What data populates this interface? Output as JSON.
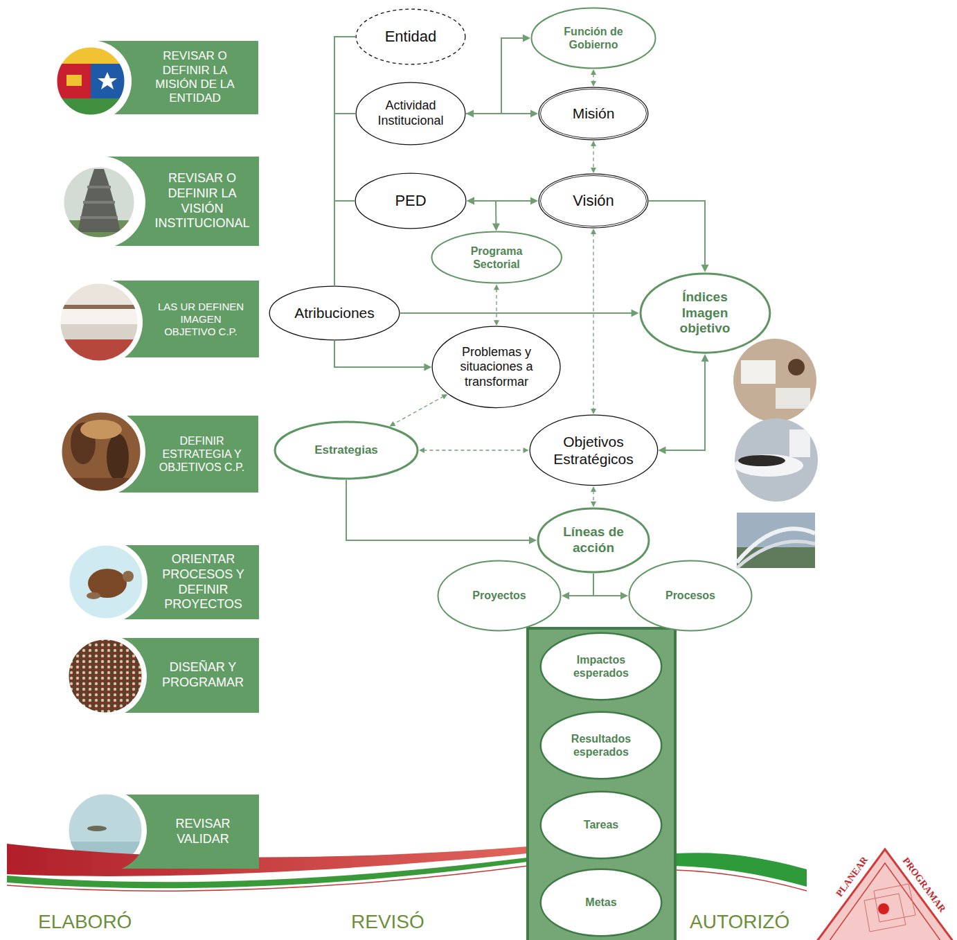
{
  "diagram": {
    "nodes": [
      {
        "text": [
          "REVISAR O DEFINIR LA MISIÓN DE LA ENTIDAD"
        ]
      },
      {
        "text": [
          "Entidad"
        ]
      },
      {
        "text": [
          "Función de Gobierno"
        ]
      },
      {
        "text": [
          "Actividad Institucional"
        ]
      },
      {
        "text": [
          "Misión"
        ]
      },
      {
        "text": [
          "REVISAR O DEFINIR LA VISIÓN INSTITUCIONAL"
        ]
      },
      {
        "text": [
          "PED"
        ]
      },
      {
        "text": [
          "Visión"
        ]
      },
      {
        "text": [
          "Programa Sectorial"
        ]
      },
      {
        "text": [
          "LAS UR DEFINEN IMAGEN OBJETIVO C.P."
        ]
      },
      {
        "text": [
          "Atribuciones"
        ]
      },
      {
        "text": [
          "Índices Imagen objetivo"
        ]
      },
      {
        "text": [
          "Problemas y situaciones a transformar"
        ]
      },
      {
        "text": [
          "DEFINIR ESTRATEGIA Y OBJETIVOS C.P."
        ]
      },
      {
        "text": [
          "Estrategias"
        ]
      },
      {
        "text": [
          "Objetivos Estratégicos"
        ]
      },
      {
        "text": [
          "Líneas de acción"
        ]
      },
      {
        "text": [
          "ORIENTAR PROCESOS Y DEFINIR PROYECTOS"
        ]
      },
      {
        "text": [
          "Proyectos"
        ]
      },
      {
        "text": [
          "Procesos"
        ]
      },
      {
        "text": [
          "DISEÑAR Y PROGRAMAR"
        ]
      },
      {
        "text": [
          "Impactos esperados"
        ]
      },
      {
        "text": [
          "Resultados esperados"
        ]
      },
      {
        "text": [
          "Tareas"
        ]
      },
      {
        "text": [
          "Metas"
        ]
      },
      {
        "text": [
          "REVISAR VALIDAR"
        ]
      }
    ],
    "edges": [
      {
        "from": 10,
        "to": 1,
        "arrow": "none"
      },
      {
        "from": 10,
        "to": 3,
        "arrow": "none"
      },
      {
        "from": 10,
        "to": 6,
        "arrow": "none"
      },
      {
        "from": 10,
        "to": 12,
        "arrow": "to"
      },
      {
        "from": 10,
        "to": 11,
        "arrow": "to"
      },
      {
        "from": 3,
        "to": 2,
        "arrow": "to"
      },
      {
        "from": 3,
        "to": 4,
        "arrow": "both"
      },
      {
        "from": 2,
        "to": 4,
        "arrow": "both"
      },
      {
        "from": 4,
        "to": 7,
        "arrow": "both"
      },
      {
        "from": 6,
        "to": 7,
        "arrow": "both"
      },
      {
        "from": 6,
        "to": 8,
        "arrow": "both"
      },
      {
        "from": 7,
        "to": 11,
        "arrow": "to"
      },
      {
        "from": 8,
        "to": 12,
        "arrow": "both"
      },
      {
        "from": 7,
        "to": 15,
        "arrow": "both"
      },
      {
        "from": 12,
        "to": 14,
        "arrow": "both"
      },
      {
        "from": 14,
        "to": 15,
        "arrow": "both"
      },
      {
        "from": 11,
        "to": 15,
        "arrow": "both"
      },
      {
        "from": 15,
        "to": 16,
        "arrow": "both"
      },
      {
        "from": 14,
        "to": 16,
        "arrow": "to"
      },
      {
        "from": 16,
        "to": 18,
        "arrow": "to"
      },
      {
        "from": 16,
        "to": 19,
        "arrow": "to"
      }
    ],
    "labels": [
      "ELABORÓ",
      "REVISÓ",
      "AUTORIZÓ",
      "PLANEAR",
      "PROGRAMAR"
    ]
  }
}
